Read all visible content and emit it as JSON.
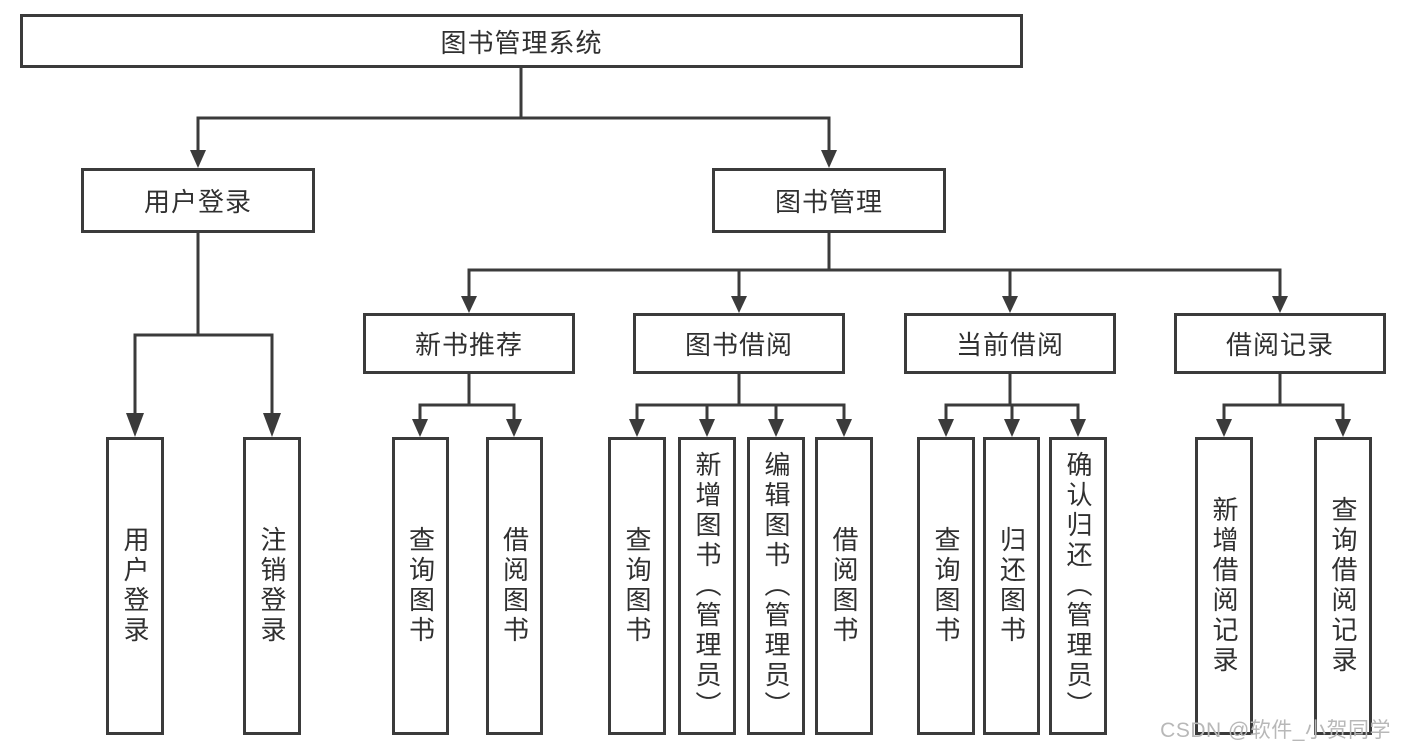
{
  "diagram": {
    "title": "图书管理系统",
    "tree": {
      "root": {
        "label": "图书管理系统"
      },
      "branches": [
        {
          "label": "用户登录",
          "children": [
            {
              "label": "用户登录"
            },
            {
              "label": "注销登录"
            }
          ]
        },
        {
          "label": "图书管理",
          "children": [
            {
              "label": "新书推荐",
              "children": [
                {
                  "label": "查询图书"
                },
                {
                  "label": "借阅图书"
                }
              ]
            },
            {
              "label": "图书借阅",
              "children": [
                {
                  "label": "查询图书"
                },
                {
                  "label": "新增图书（管理员）"
                },
                {
                  "label": "编辑图书（管理员）"
                },
                {
                  "label": "借阅图书"
                }
              ]
            },
            {
              "label": "当前借阅",
              "children": [
                {
                  "label": "查询图书"
                },
                {
                  "label": "归还图书"
                },
                {
                  "label": "确认归还（管理员）"
                }
              ]
            },
            {
              "label": "借阅记录",
              "children": [
                {
                  "label": "新增借阅记录"
                },
                {
                  "label": "查询借阅记录"
                }
              ]
            }
          ]
        }
      ]
    },
    "colors": {
      "line": "#3b3b3b",
      "box_border": "#3b3b3b",
      "text": "#303030",
      "background": "#ffffff",
      "watermark_text": "#b8b8b8"
    }
  },
  "watermark": {
    "text": "CSDN @软件_小贺同学"
  }
}
